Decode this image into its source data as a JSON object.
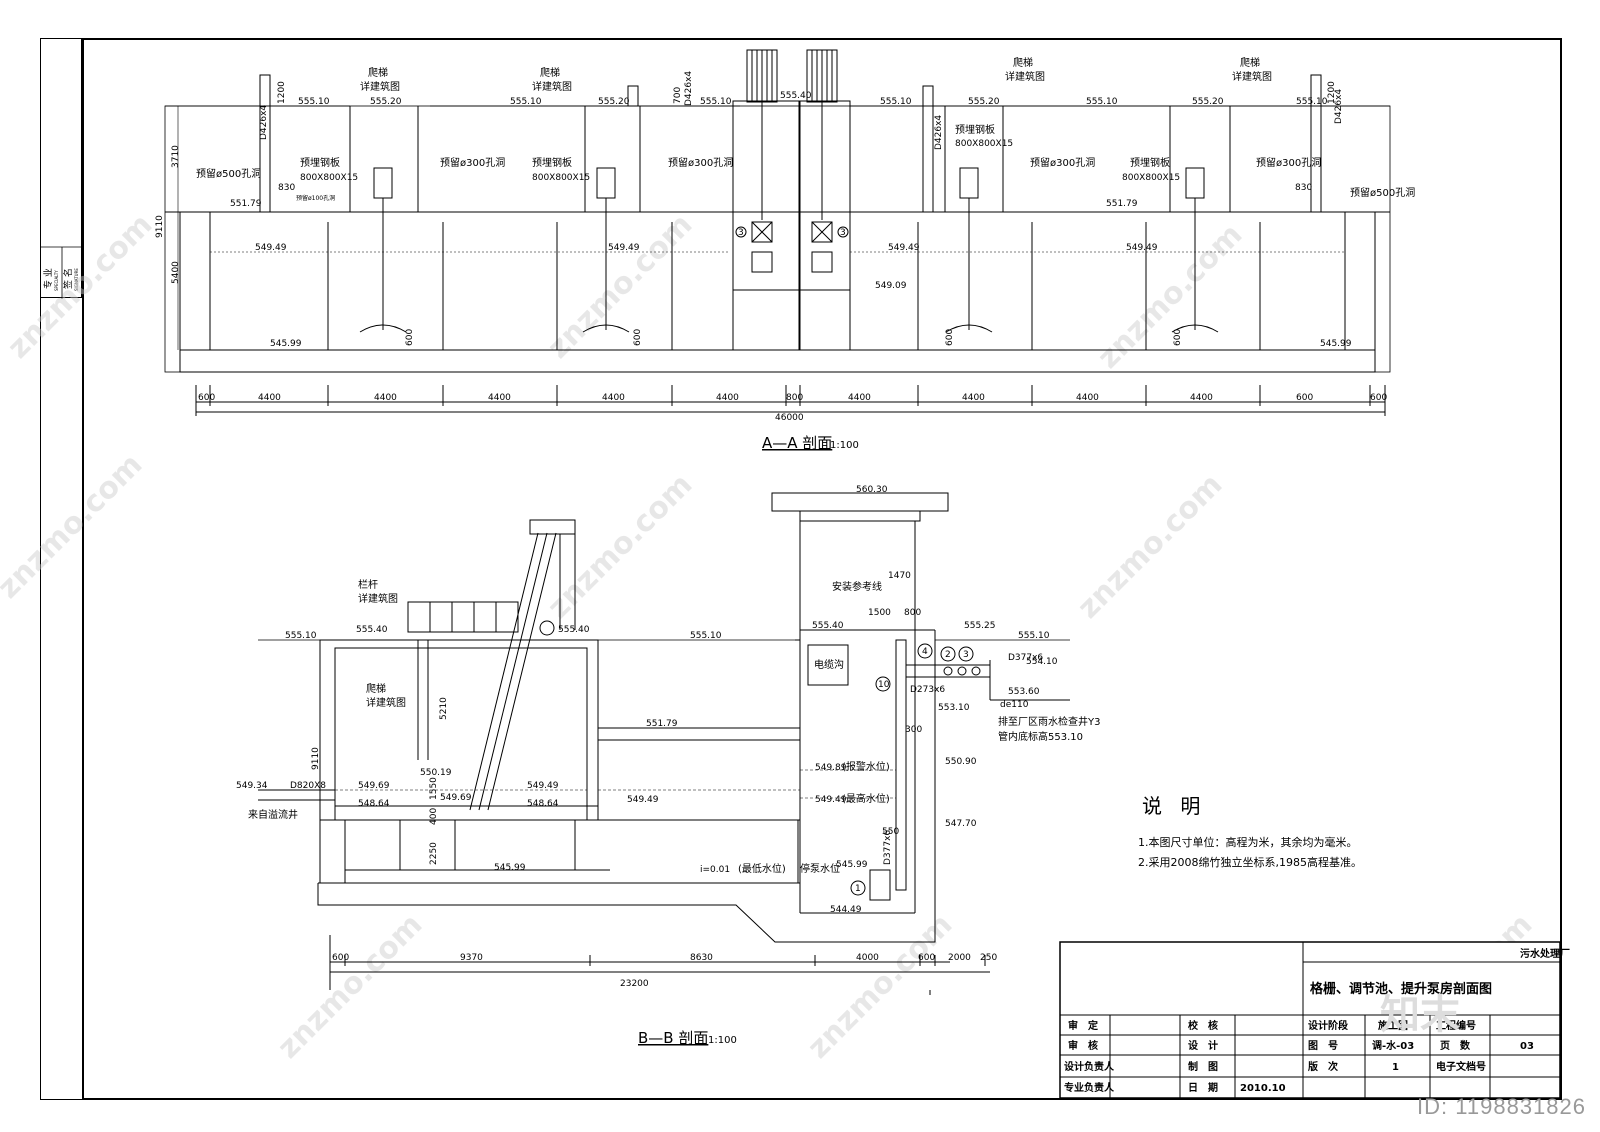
{
  "left_strip": {
    "specialty": "专 业",
    "specialty_en": "SPECIALTY",
    "signature": "签 名",
    "signature_en": "SIGNATURE"
  },
  "section_aa": {
    "title": "A—A 剖面",
    "scale": "1:100",
    "elevations": [
      "555.10",
      "555.20",
      "555.10",
      "555.20",
      "555.10",
      "555.40",
      "555.10",
      "555.20",
      "555.10",
      "555.20",
      "555.10",
      "551.79",
      "551.79",
      "549.49",
      "549.49",
      "549.49",
      "549.49",
      "549.09",
      "545.99",
      "545.99"
    ],
    "labels": {
      "ladder1": "爬梯",
      "ladder1_ref": "详建筑图",
      "ladder2": "爬梯",
      "ladder2_ref": "详建筑图",
      "ladder3": "爬梯",
      "ladder3_ref": "详建筑图",
      "ladder4": "爬梯",
      "ladder4_ref": "详建筑图",
      "plate1": "预埋钢板",
      "plate1_size": "800X800X15",
      "plate2": "预埋钢板",
      "plate2_size": "800X800X15",
      "plate3": "预埋钢板",
      "plate3_size": "800X800X15",
      "plate4": "预埋钢板",
      "plate4_size": "800X800X15",
      "hole300a": "预留ø300孔洞",
      "hole300b": "预留ø300孔洞",
      "hole300c": "预留ø300孔洞",
      "hole300d": "预留ø300孔洞",
      "hole500a": "预留ø500孔洞",
      "hole500b": "预留ø500孔洞",
      "hole100": "预留ø100孔洞",
      "pipe_d426a": "D426x4",
      "pipe_d426b": "D426x4",
      "pipe_d426c": "D426x4",
      "pipe_d426d": "D426x4",
      "dim1200a": "1200",
      "dim1200b": "1200",
      "dim700": "700",
      "dim830a": "830",
      "dim830b": "830",
      "dim3710": "3710",
      "dim9110": "9110",
      "dim5400": "5400",
      "dim600a": "600",
      "dim600b": "600",
      "dim600c": "600",
      "dim600d": "600",
      "circle3a": "3",
      "circle3b": "3"
    },
    "bottom_dims": [
      "600",
      "4400",
      "4400",
      "4400",
      "4400",
      "4400",
      "800",
      "4400",
      "4400",
      "4400",
      "4400",
      "600"
    ],
    "total": "46000"
  },
  "section_bb": {
    "title": "B—B 剖面",
    "scale": "1:100",
    "labels": {
      "roof": "560.30",
      "railing": "栏杆",
      "railing_ref": "详建筑图",
      "ladder": "爬梯",
      "ladder_ref": "详建筑图",
      "install_ref": "安装参考线",
      "cable": "电缆沟",
      "to_well": "排至厂区雨水检查井Y3",
      "pipe_bottom": "管内底标高553.10",
      "from_overflow": "来自溢流井",
      "alarm": "(报警水位)",
      "max_level": "(最高水位)",
      "min_level": "(最低水位)",
      "stop_level": "停泵水位",
      "slope": "i=0.01",
      "d820": "D820X8",
      "d377a": "D377x6",
      "d377b": "D377x6",
      "d273": "D273x6",
      "de110": "de110",
      "dim1470": "1470",
      "dim1500": "1500",
      "dim800": "800",
      "dim550": "550",
      "dim300": "300",
      "dim5210": "5210",
      "dim9110": "9110",
      "dim1550": "1550",
      "dim400": "400",
      "dim2250": "2250",
      "c1": "1",
      "c2": "2",
      "c3": "3",
      "c4": "4",
      "c10": "10"
    },
    "elevations": [
      "555.10",
      "555.40",
      "555.40",
      "555.10",
      "555.40",
      "555.25",
      "555.10",
      "554.10",
      "553.60",
      "553.10",
      "551.79",
      "550.19",
      "550.90",
      "549.69",
      "549.69",
      "549.49",
      "549.49",
      "549.49",
      "549.89",
      "549.34",
      "548.64",
      "548.64",
      "547.70",
      "545.99",
      "545.99",
      "544.49"
    ],
    "bottom_dims": [
      "600",
      "9370",
      "8630",
      "4000",
      "600",
      "2000",
      "250"
    ],
    "total": "23200"
  },
  "notes": {
    "title": "说 明",
    "items": [
      "1.本图尺寸单位：高程为米，其余均为毫米。",
      "2.采用2008绵竹独立坐标系,1985高程基准。"
    ]
  },
  "title_block": {
    "company": "污水处理厂",
    "drawing_title": "格栅、调节池、提升泵房剖面图",
    "rows": [
      {
        "a": "审　定",
        "b": "",
        "c": "校　核",
        "d": ""
      },
      {
        "a": "审　核",
        "b": "",
        "c": "设　计",
        "d": ""
      },
      {
        "a": "设计负责人",
        "b": "",
        "c": "制　图",
        "d": ""
      },
      {
        "a": "专业负责人",
        "b": "",
        "c": "日　期",
        "d": "2010.10"
      }
    ],
    "stage_label": "设计阶段",
    "stage_value": "施工图",
    "project_no_label": "工程编号",
    "project_no_value": "",
    "drawing_no_label": "图　号",
    "drawing_no_value": "调-水-03",
    "page_label": "页　数",
    "page_value": "03",
    "version_label": "版　次",
    "version_value": "1",
    "file_label": "电子文档号",
    "file_value": ""
  },
  "watermark": "znzmo.com",
  "logo_text": "知末",
  "id_text": "ID: 1198831826"
}
